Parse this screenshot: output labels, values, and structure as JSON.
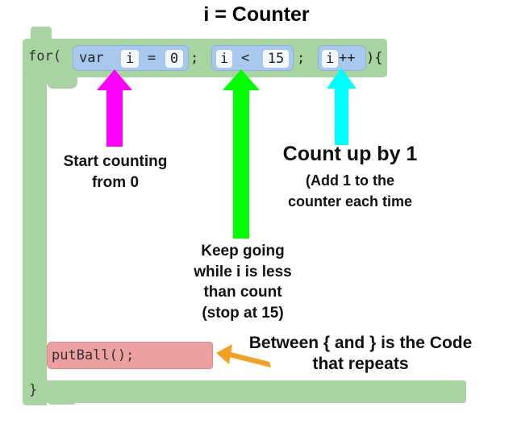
{
  "title": "i = Counter",
  "code": {
    "for_keyword": "for(",
    "open_brace": "){",
    "semicolon_1": ";",
    "semicolon_2": ";",
    "init": {
      "keyword": "var",
      "variable": "i",
      "operator": "=",
      "value": "0"
    },
    "condition": {
      "variable": "i",
      "operator": "<",
      "value": "15"
    },
    "update": {
      "variable": "i",
      "operator": "++"
    },
    "body_statement": "putBall();",
    "close_brace": "}"
  },
  "annotations": {
    "start": [
      "Start counting",
      "from 0"
    ],
    "count_up_title": "Count up by 1",
    "count_up_sub": [
      "(Add 1 to the",
      "counter each time"
    ],
    "keep_going": [
      "Keep going",
      "while i is less",
      "than count",
      "(stop at 15)"
    ],
    "between": [
      "Between { and } is the Code",
      "that repeats"
    ]
  },
  "colors": {
    "block_green": "#a7d4a0",
    "pill_blue": "#a9c8ee",
    "putball_red": "#eda0a0",
    "arrow_magenta": "#ff00ff",
    "arrow_green": "#00ff00",
    "arrow_cyan": "#00ffff",
    "arrow_orange": "#f5a020"
  }
}
